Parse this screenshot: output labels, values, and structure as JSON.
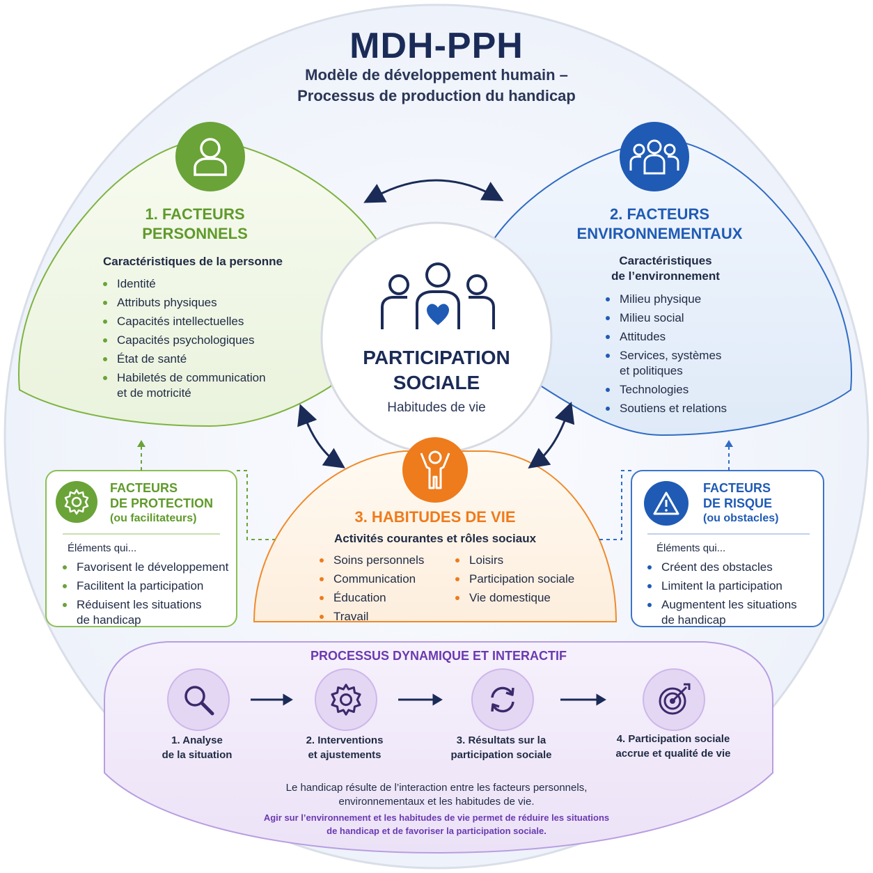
{
  "header": {
    "title": "MDH-PPH",
    "subtitle_line1": "Modèle de développement humain –",
    "subtitle_line2": "Processus de production du handicap"
  },
  "personal": {
    "title_line1": "1. FACTEURS",
    "title_line2": "PERSONNELS",
    "subtitle": "Caractéristiques de la personne",
    "items": [
      "Identité",
      "Attributs physiques",
      "Capacités intellectuelles",
      "Capacités psychologiques",
      "État de santé",
      "Habiletés de communication\net de motricité"
    ],
    "color": "#5f9a2a",
    "icon": "person-icon"
  },
  "environmental": {
    "title_line1": "2. FACTEURS",
    "title_line2": "ENVIRONNEMENTAUX",
    "subtitle_line1": "Caractéristiques",
    "subtitle_line2": "de l’environnement",
    "items": [
      "Milieu physique",
      "Milieu social",
      "Attitudes",
      "Services, systèmes\net politiques",
      "Technologies",
      "Soutiens et relations"
    ],
    "color": "#1f5bb5",
    "icon": "group-icon"
  },
  "center": {
    "title_line1": "PARTICIPATION",
    "title_line2": "SOCIALE",
    "subtitle": "Habitudes de vie",
    "icon": "family-heart-icon"
  },
  "habits": {
    "title": "3. HABITUDES DE VIE",
    "subtitle": "Activités courantes et rôles sociaux",
    "col1": [
      "Soins personnels",
      "Communication",
      "Éducation",
      "Travail"
    ],
    "col2": [
      "Loisirs",
      "Participation sociale",
      "Vie domestique"
    ],
    "color": "#ee7b1c",
    "icon": "child-icon"
  },
  "protection": {
    "title_line1": "FACTEURS",
    "title_line2": "DE PROTECTION",
    "title_line3": "(ou facilitateurs)",
    "intro": "Éléments qui...",
    "items": [
      "Favorisent le développement",
      "Facilitent la participation",
      "Réduisent les situations\nde handicap"
    ],
    "icon": "gear-icon"
  },
  "risk": {
    "title_line1": "FACTEURS",
    "title_line2": "DE RISQUE",
    "title_line3": "(ou obstacles)",
    "intro": "Éléments qui...",
    "items": [
      "Créent des obstacles",
      "Limitent la participation",
      "Augmentent les situations\nde handicap"
    ],
    "icon": "warning-icon"
  },
  "process": {
    "title": "PROCESSUS DYNAMIQUE ET INTERACTIF",
    "steps": [
      {
        "label": "1. Analyse\nde la situation",
        "icon": "magnifier-icon"
      },
      {
        "label": "2. Interventions\net ajustements",
        "icon": "gear-icon"
      },
      {
        "label": "3. Résultats sur la\nparticipation sociale",
        "icon": "cycle-icon"
      },
      {
        "label": "4. Participation sociale\naccrue et qualité de vie",
        "icon": "target-icon"
      }
    ],
    "note_line1": "Le handicap résulte de l’interaction entre les facteurs personnels,",
    "note_line2": "environnementaux et les habitudes de vie.",
    "emphasis_line1": "Agir sur l’environnement et les habitudes de vie permet de réduire les situations",
    "emphasis_line2": "de handicap et de favoriser la participation sociale.",
    "color": "#6a3ab0"
  }
}
